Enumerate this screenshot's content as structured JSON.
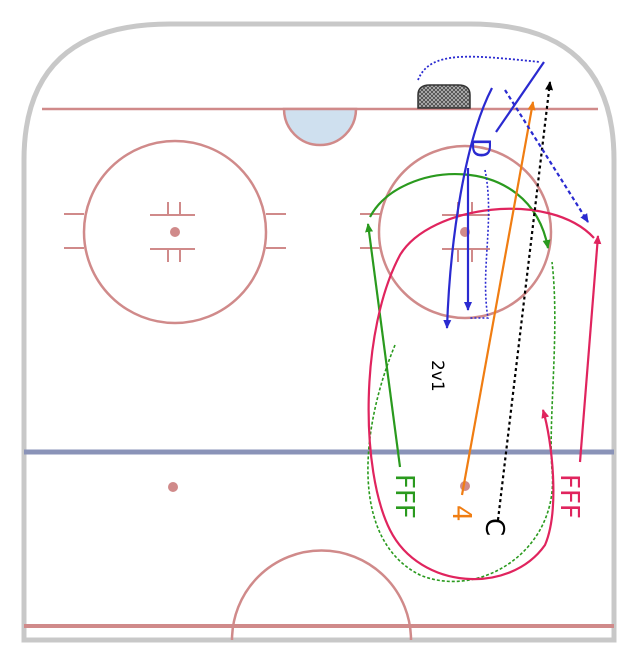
{
  "colors": {
    "board": "#c8c8c8",
    "red_line": "#d08a8a",
    "blue_line": "#8a93b8",
    "crease": "#cfe0ef",
    "green": "#2a9a1e",
    "magenta": "#e0245e",
    "orange": "#f07d12",
    "blue": "#2a2ad0",
    "black": "#000000"
  },
  "labels": {
    "drill": "2v1",
    "group_left": "FFF",
    "group_right": "FFF",
    "player_number": "4",
    "coach": "C",
    "defense": "D"
  },
  "icons": {
    "net": "goal-net-icon"
  }
}
